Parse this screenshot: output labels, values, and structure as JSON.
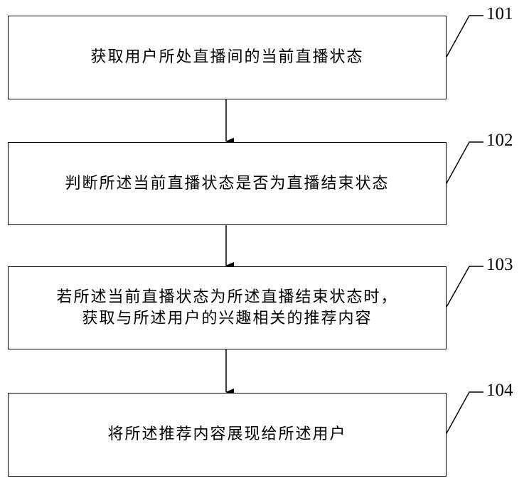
{
  "steps": [
    {
      "id": "101",
      "text": "获取用户所处直播间的当前直播状态"
    },
    {
      "id": "102",
      "text": "判断所述当前直播状态是否为直播结束状态"
    },
    {
      "id": "103",
      "text": "若所述当前直播状态为所述直播结束状态时，\n获取与所述用户的兴趣相关的推荐内容"
    },
    {
      "id": "104",
      "text": "将所述推荐内容展现给所述用户"
    }
  ],
  "colors": {
    "stroke": "#000000",
    "background": "#ffffff"
  }
}
